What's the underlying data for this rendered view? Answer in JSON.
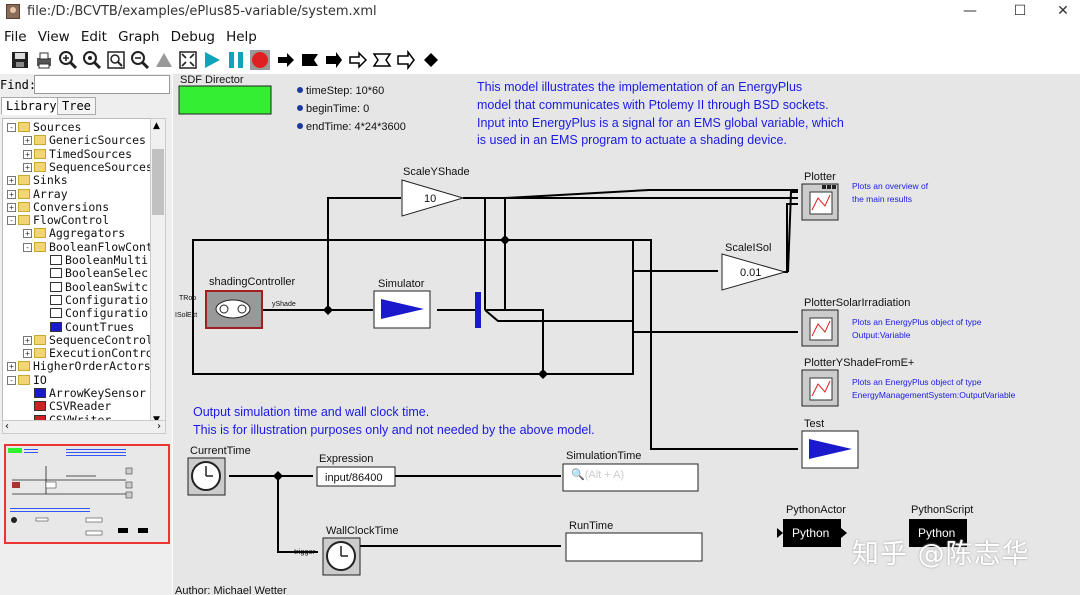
{
  "window": {
    "title": "file:/D:/BCVTB/examples/ePlus85-variable/system.xml",
    "minimize": "—",
    "maximize": "☐",
    "close": "✕"
  },
  "menu": [
    "File",
    "View",
    "Edit",
    "Graph",
    "Debug",
    "Help"
  ],
  "toolbar": {
    "icons": [
      "save-icon",
      "print-icon",
      "zoom-in-icon",
      "zoom-reset-icon",
      "zoom-fit-icon",
      "zoom-out-icon",
      "triangle-icon",
      "full-screen-icon",
      "run-icon",
      "pause-icon",
      "stop-icon",
      "arrow-icon",
      "flag-icon",
      "arrow-right-icon",
      "outline-arrow-icon",
      "outline-arrow-icon-2",
      "outline-arrow-icon-3",
      "diamond-icon"
    ]
  },
  "library": {
    "find_label": "Find:",
    "find_value": "",
    "tabs": [
      "Library",
      "Tree"
    ],
    "tree": [
      {
        "label": "Sources",
        "depth": 0,
        "type": "folder",
        "expander": "-"
      },
      {
        "label": "GenericSources",
        "depth": 1,
        "type": "folder",
        "expander": "+"
      },
      {
        "label": "TimedSources",
        "depth": 1,
        "type": "folder",
        "expander": "+"
      },
      {
        "label": "SequenceSources",
        "depth": 1,
        "type": "folder",
        "expander": "+"
      },
      {
        "label": "Sinks",
        "depth": 0,
        "type": "folder",
        "expander": "+"
      },
      {
        "label": "Array",
        "depth": 0,
        "type": "folder",
        "expander": "+"
      },
      {
        "label": "Conversions",
        "depth": 0,
        "type": "folder",
        "expander": "+"
      },
      {
        "label": "FlowControl",
        "depth": 0,
        "type": "folder",
        "expander": "-"
      },
      {
        "label": "Aggregators",
        "depth": 1,
        "type": "folder",
        "expander": "+"
      },
      {
        "label": "BooleanFlowCont",
        "depth": 1,
        "type": "folder",
        "expander": "-"
      },
      {
        "label": "BooleanMulti",
        "depth": 2,
        "type": "actor",
        "expander": ""
      },
      {
        "label": "BooleanSelec",
        "depth": 2,
        "type": "actor",
        "expander": ""
      },
      {
        "label": "BooleanSwitc",
        "depth": 2,
        "type": "actor",
        "expander": ""
      },
      {
        "label": "Configuratio",
        "depth": 2,
        "type": "actor",
        "expander": ""
      },
      {
        "label": "Configuratio",
        "depth": 2,
        "type": "actor",
        "expander": ""
      },
      {
        "label": "CountTrues",
        "depth": 2,
        "type": "actor-blue",
        "expander": ""
      },
      {
        "label": "SequenceControl",
        "depth": 1,
        "type": "folder",
        "expander": "+"
      },
      {
        "label": "ExecutionContro",
        "depth": 1,
        "type": "folder",
        "expander": "+"
      },
      {
        "label": "HigherOrderActors",
        "depth": 0,
        "type": "folder",
        "expander": "+"
      },
      {
        "label": "IO",
        "depth": 0,
        "type": "folder",
        "expander": "-"
      },
      {
        "label": "ArrowKeySensor",
        "depth": 1,
        "type": "actor-blue",
        "expander": ""
      },
      {
        "label": "CSVReader",
        "depth": 1,
        "type": "actor-red",
        "expander": ""
      },
      {
        "label": "CSVWriter",
        "depth": 1,
        "type": "actor-red",
        "expander": ""
      }
    ]
  },
  "diagram": {
    "director": {
      "label": "SDF Director",
      "color": "#33ee33"
    },
    "params": [
      {
        "label": "timeStep: 10*60"
      },
      {
        "label": "beginTime: 0"
      },
      {
        "label": "endTime: 4*24*3600"
      }
    ],
    "description_lines": [
      "This model illustrates the implementation of an EnergyPlus",
      "model that communicates with Ptolemy II through BSD sockets.",
      "Input into EnergyPlus is a signal for an EMS global variable, which",
      "is used in an EMS program to actuate a shading device."
    ],
    "blocks": {
      "scale_y_shade": {
        "name": "ScaleYShade",
        "value": "10"
      },
      "scale_i_sol": {
        "name": "ScaleISol",
        "value": "0.01"
      },
      "shading_controller": {
        "name": "shadingController",
        "port_tr": "TRoo",
        "port_isol": "ISolExt",
        "port_out": "yShade"
      },
      "simulator": {
        "name": "Simulator"
      },
      "plotter": {
        "name": "Plotter",
        "note_lines": [
          "Plots an overview of",
          "the main results"
        ]
      },
      "plotter_solar": {
        "name": "PlotterSolarIrradiation",
        "note_lines": [
          "Plots an EnergyPlus object of type",
          "Output:Variable"
        ]
      },
      "plotter_yshade": {
        "name": "PlotterYShadeFromE+",
        "note_lines": [
          "Plots an EnergyPlus object of type",
          "EnergyManagementSystem:OutputVariable"
        ]
      },
      "test": {
        "name": "Test"
      },
      "current_time": {
        "name": "CurrentTime"
      },
      "expression": {
        "name": "Expression",
        "value": "input/86400"
      },
      "simulation_time": {
        "name": "SimulationTime",
        "ghost": "🔍(Alt + A)"
      },
      "wall_clock": {
        "name": "WallClockTime",
        "port_trigger": "trigger"
      },
      "run_time": {
        "name": "RunTime"
      },
      "python_actor": {
        "name": "PythonActor",
        "label": "Python"
      },
      "python_script": {
        "name": "PythonScript",
        "label": "Python"
      }
    },
    "output_note_lines": [
      "Output simulation time and wall clock time.",
      "This is for illustration purposes only and not needed by the above model."
    ],
    "author": "Author: Michael Wetter",
    "colors": {
      "note_blue": "#1a1ae6",
      "wire": "#000000",
      "canvas": "#e6e6e6",
      "simulator_blue": "#1a1acc",
      "stop_red": "#e02020"
    }
  },
  "watermark": "知乎 @陈志华"
}
